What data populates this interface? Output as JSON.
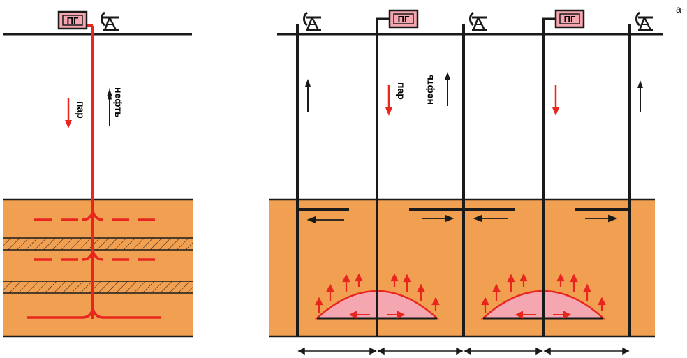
{
  "colors": {
    "formation": "#f0a050",
    "steam": "#e8251f",
    "well": "#1a1a1a",
    "heated_zone": "#f4a7b0",
    "generator_fill": "#f4a7b0",
    "hatch": "#1a1a1a"
  },
  "icons": {
    "generator": "steam-generator-box-icon",
    "pumpjack": "pumpjack-icon"
  },
  "labels": {
    "generator": "ПГ",
    "steam": "пар",
    "oil": "нефть",
    "corner": "а-"
  }
}
